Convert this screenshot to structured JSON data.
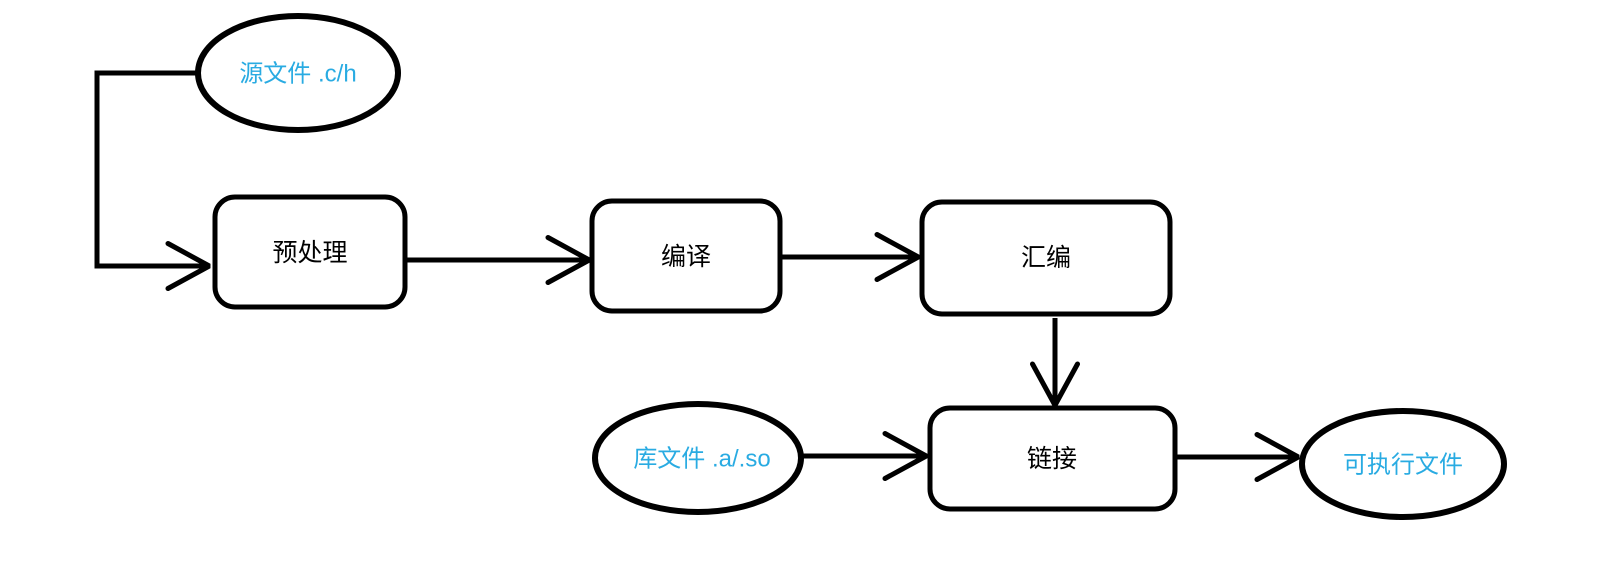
{
  "diagram": {
    "description": "C build pipeline flowchart",
    "colors": {
      "file_label": "#29abe2",
      "process_label": "#000000",
      "stroke": "#000000",
      "background": "#ffffff"
    },
    "nodes": {
      "source_file": {
        "shape": "ellipse",
        "label": "源文件 .c/h"
      },
      "preprocess": {
        "shape": "rounded-rect",
        "label": "预处理"
      },
      "compile": {
        "shape": "rounded-rect",
        "label": "编译"
      },
      "assemble": {
        "shape": "rounded-rect",
        "label": "汇编"
      },
      "link": {
        "shape": "rounded-rect",
        "label": "链接"
      },
      "library_file": {
        "shape": "ellipse",
        "label": "库文件 .a/.so"
      },
      "executable_file": {
        "shape": "ellipse",
        "label": "可执行文件"
      }
    },
    "edges": [
      {
        "from": "source_file",
        "to": "preprocess",
        "style": "elbow-left-down"
      },
      {
        "from": "preprocess",
        "to": "compile",
        "style": "straight"
      },
      {
        "from": "compile",
        "to": "assemble",
        "style": "straight"
      },
      {
        "from": "assemble",
        "to": "link",
        "style": "straight-down"
      },
      {
        "from": "library_file",
        "to": "link",
        "style": "straight"
      },
      {
        "from": "link",
        "to": "executable_file",
        "style": "straight"
      }
    ]
  }
}
